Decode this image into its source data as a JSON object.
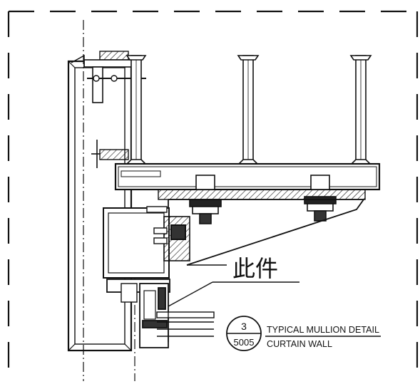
{
  "callout": {
    "chinese_text": "此件"
  },
  "detail_tag": {
    "number": "3",
    "sheet": "5005"
  },
  "title": {
    "line1": "TYPICAL MULLION DETAIL",
    "line2": "CURTAIN WALL"
  },
  "colors": {
    "ink": "#111111",
    "paper": "#ffffff"
  }
}
